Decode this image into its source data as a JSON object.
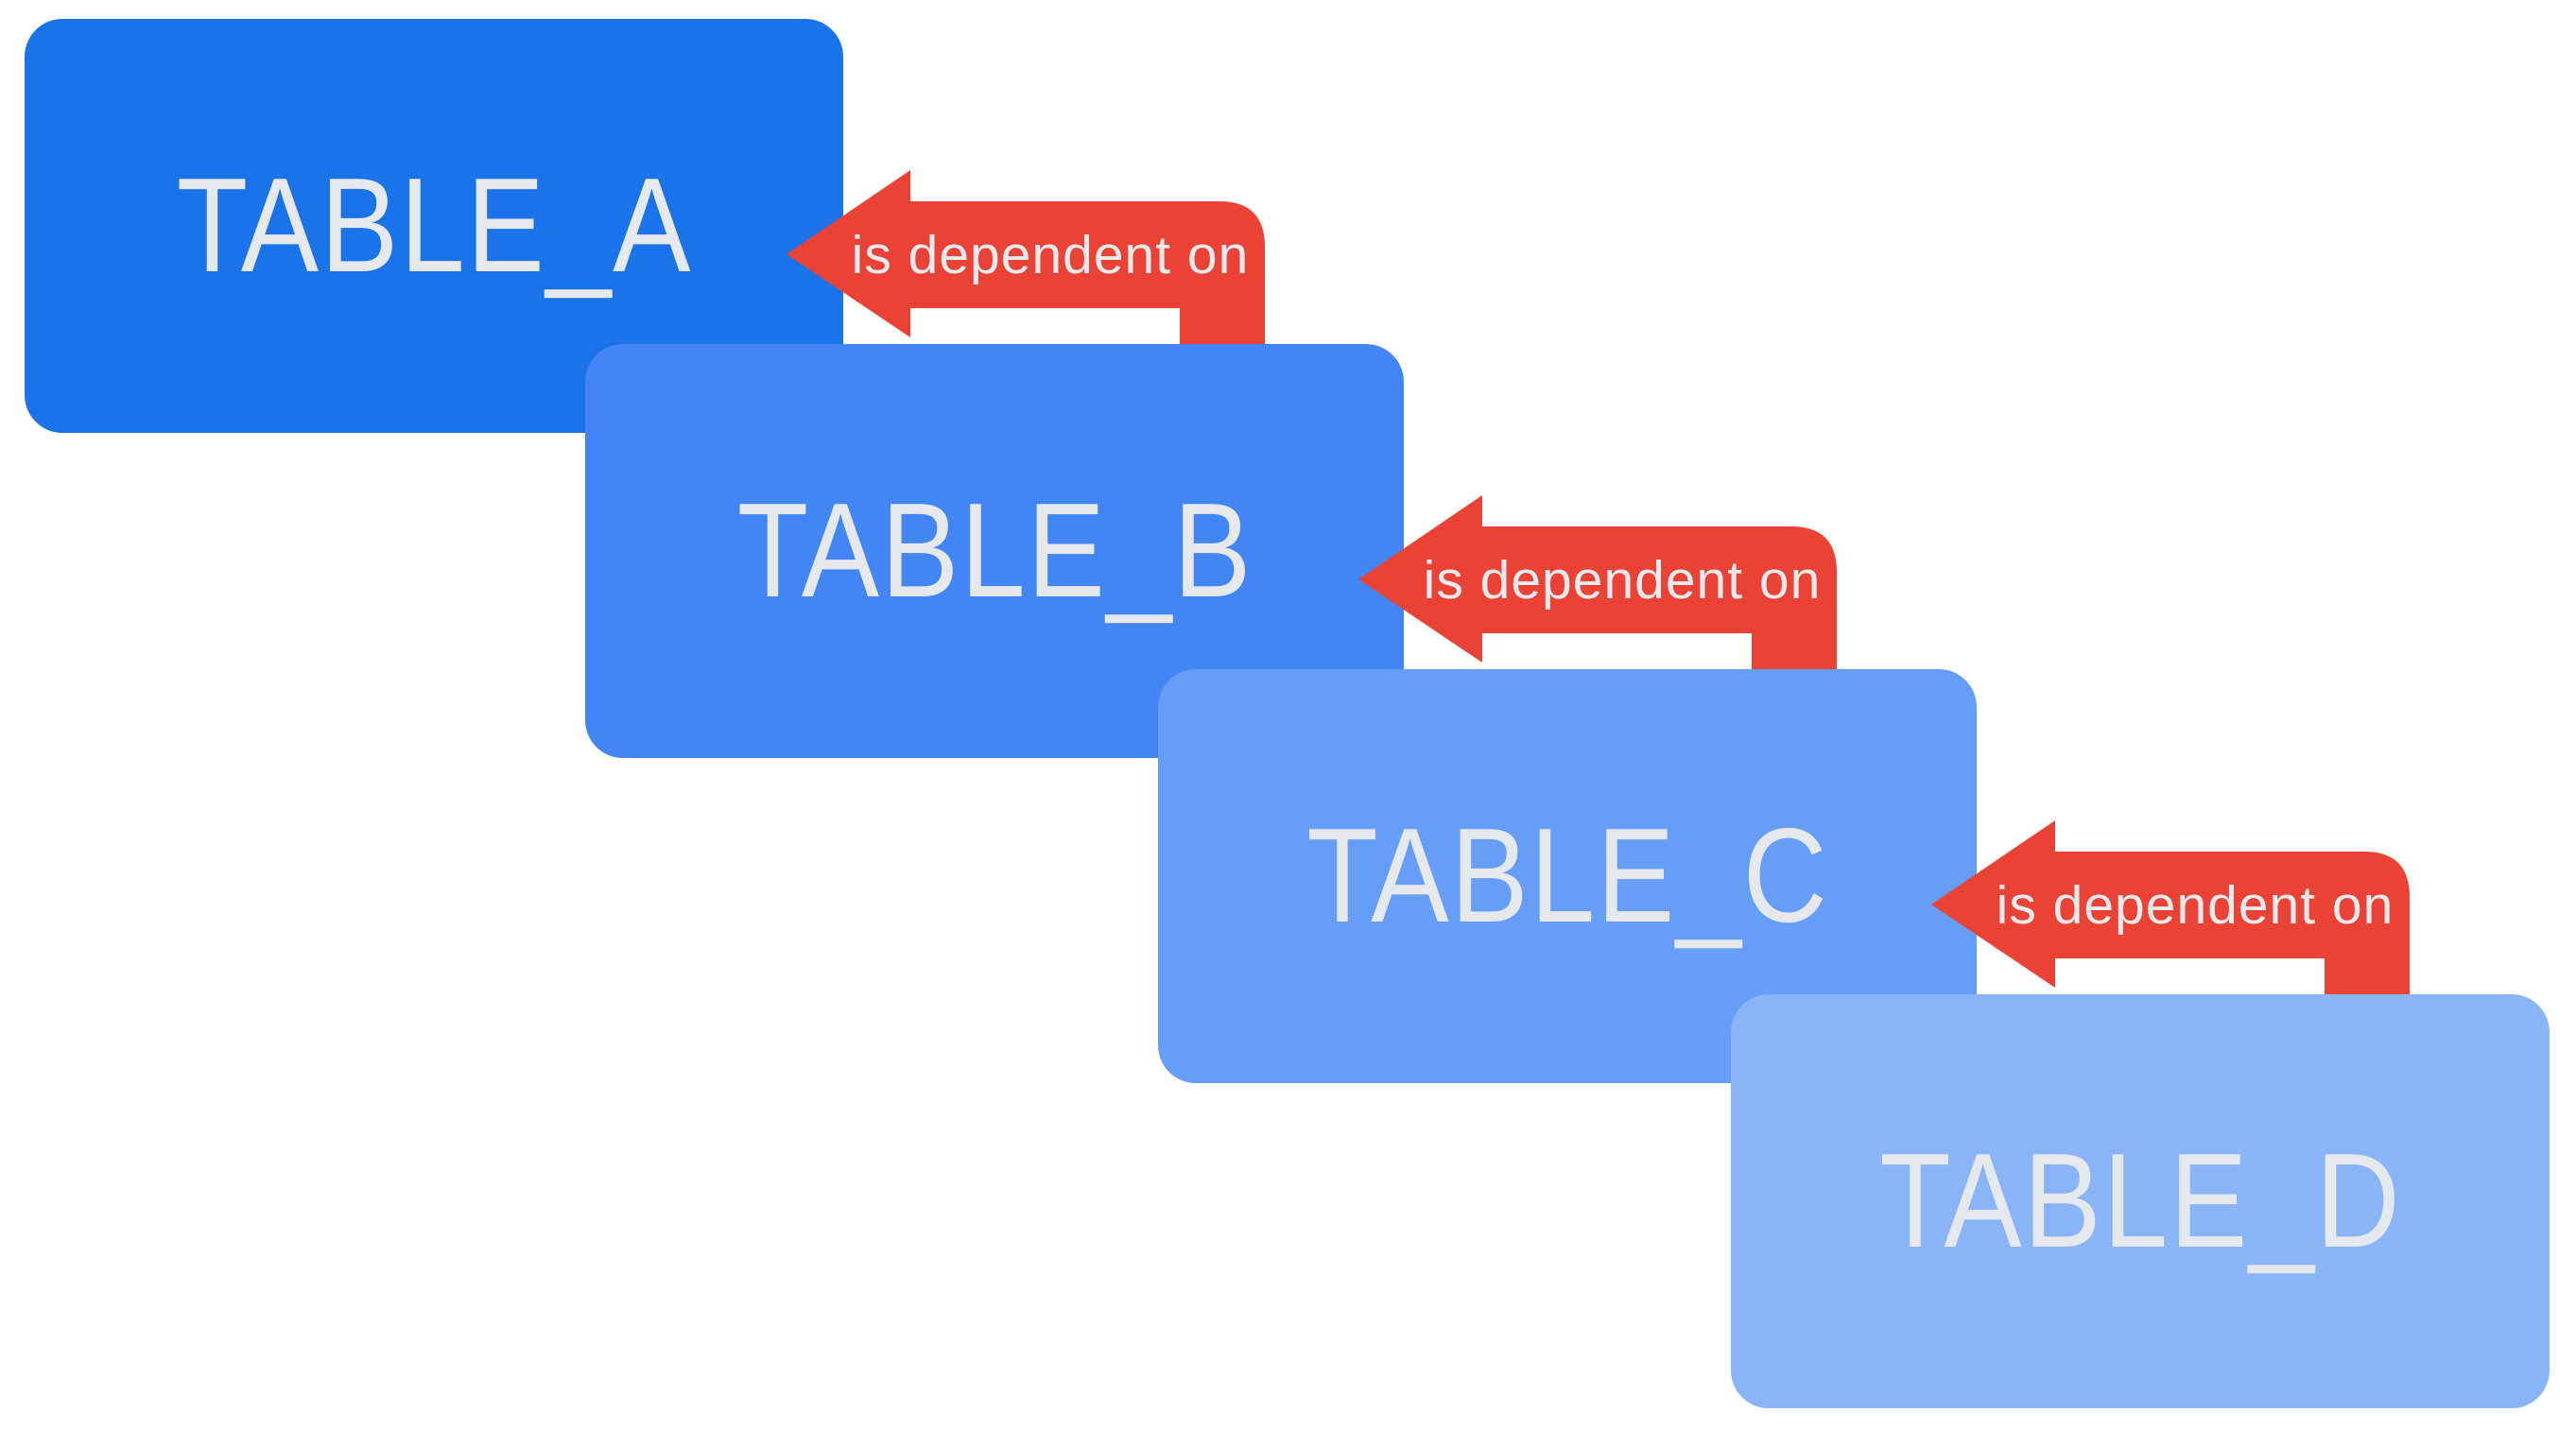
{
  "diagram": {
    "type": "table-dependency-diagram",
    "background_color": "#ffffff",
    "arrow_color": "#ea4335",
    "arrow_label_color": "#e8eaed",
    "node_label_color": "#e5e8ec",
    "nodes": [
      {
        "id": "table_a",
        "label": "TABLE_A",
        "color": "#1a73e8"
      },
      {
        "id": "table_b",
        "label": "TABLE_B",
        "color": "#4285f4"
      },
      {
        "id": "table_c",
        "label": "TABLE_C",
        "color": "#669df6"
      },
      {
        "id": "table_d",
        "label": "TABLE_D",
        "color": "#8ab4f8"
      }
    ],
    "edges": [
      {
        "from": "TABLE_B",
        "to": "TABLE_A",
        "label": "is dependent on"
      },
      {
        "from": "TABLE_C",
        "to": "TABLE_B",
        "label": "is dependent on"
      },
      {
        "from": "TABLE_D",
        "to": "TABLE_C",
        "label": "is dependent on"
      }
    ]
  }
}
